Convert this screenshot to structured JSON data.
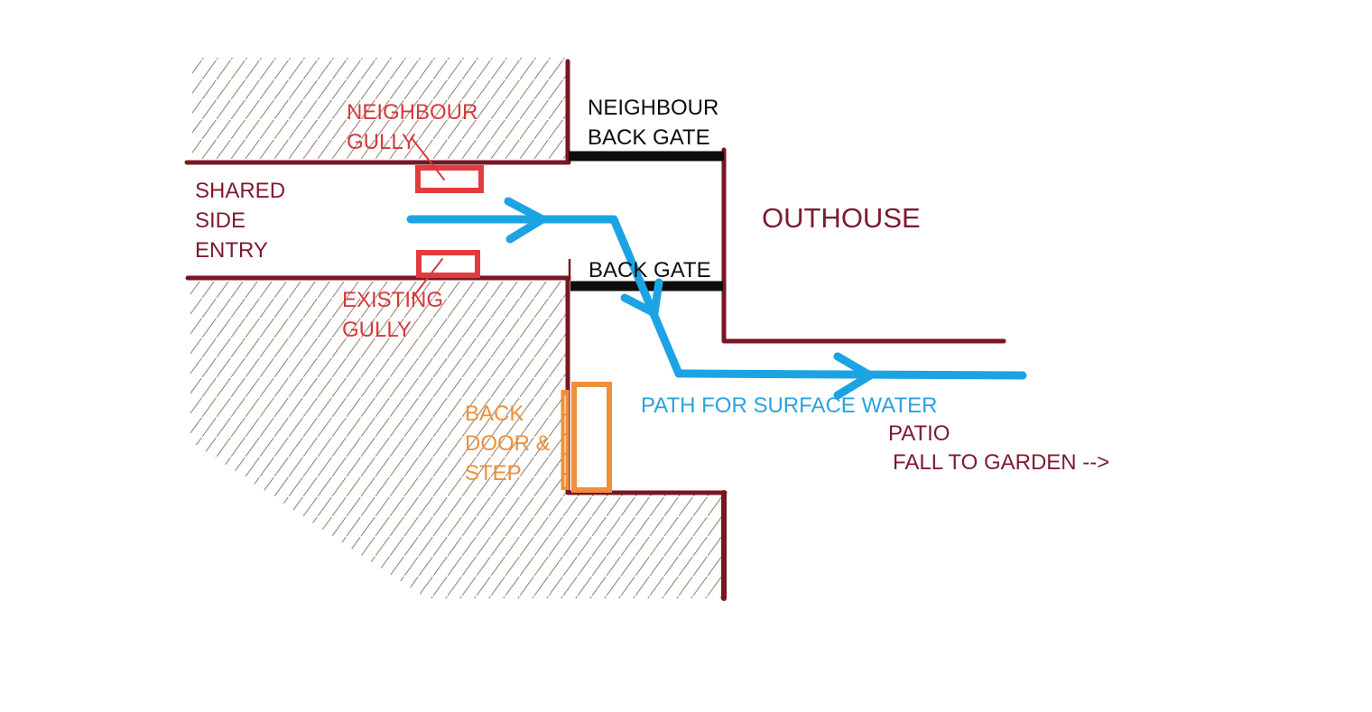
{
  "diagram": {
    "labels": {
      "neighbour_gully": "NEIGHBOUR\nGULLY",
      "neighbour_back_gate": "NEIGHBOUR\nBACK GATE",
      "shared_side_entry": "SHARED\nSIDE\nENTRY",
      "outhouse": "OUTHOUSE",
      "back_gate": "BACK GATE",
      "existing_gully": "EXISTING\nGULLY",
      "back_door_step": "BACK\nDOOR &\nSTEP",
      "path_for_surface_water": "PATH FOR SURFACE WATER",
      "patio": "PATIO",
      "fall_to_garden": "FALL TO GARDEN -->"
    },
    "colors": {
      "background": "#ffffff",
      "wall": "#7a1622",
      "maroon_text": "#7d1b2e",
      "red": "#e23b3b",
      "red_text": "#d43a3c",
      "blue": "#1ca3e4",
      "blue_text": "#2aa3df",
      "orange": "#ef8f3a",
      "black": "#0d0d0d",
      "hatch": "#9b8272"
    }
  }
}
